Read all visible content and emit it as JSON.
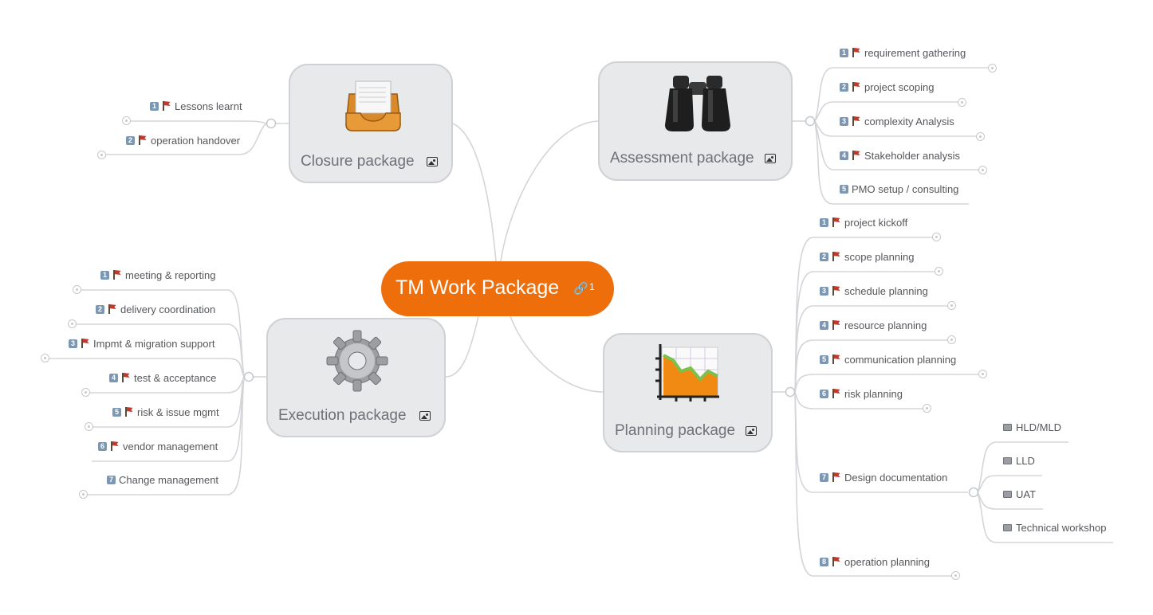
{
  "root": {
    "title": "TM Work Package",
    "link_count": "1"
  },
  "branches": [
    {
      "id": "closure",
      "title": "Closure package",
      "image": "inbox-tray-icon",
      "children": [
        {
          "num": "1",
          "flag": true,
          "label": "Lessons learnt"
        },
        {
          "num": "2",
          "flag": true,
          "label": "operation handover"
        }
      ]
    },
    {
      "id": "assessment",
      "title": "Assessment package",
      "image": "binoculars-icon",
      "children": [
        {
          "num": "1",
          "flag": true,
          "label": "requirement gathering"
        },
        {
          "num": "2",
          "flag": true,
          "label": "project scoping"
        },
        {
          "num": "3",
          "flag": true,
          "label": "complexity Analysis"
        },
        {
          "num": "4",
          "flag": true,
          "label": "Stakeholder analysis"
        },
        {
          "num": "5",
          "flag": false,
          "label": "PMO setup / consulting"
        }
      ]
    },
    {
      "id": "execution",
      "title": "Execution package",
      "image": "gear-icon",
      "children": [
        {
          "num": "1",
          "flag": true,
          "label": "meeting & reporting"
        },
        {
          "num": "2",
          "flag": true,
          "label": "delivery coordination"
        },
        {
          "num": "3",
          "flag": true,
          "label": "Impmt & migration support"
        },
        {
          "num": "4",
          "flag": true,
          "label": "test & acceptance"
        },
        {
          "num": "5",
          "flag": true,
          "label": "risk & issue mgmt"
        },
        {
          "num": "6",
          "flag": true,
          "label": "vendor management"
        },
        {
          "num": "7",
          "flag": false,
          "label": "Change management"
        }
      ]
    },
    {
      "id": "planning",
      "title": "Planning package",
      "image": "area-chart-icon",
      "children": [
        {
          "num": "1",
          "flag": true,
          "label": "project kickoff"
        },
        {
          "num": "2",
          "flag": true,
          "label": "scope planning"
        },
        {
          "num": "3",
          "flag": true,
          "label": "schedule planning"
        },
        {
          "num": "4",
          "flag": true,
          "label": "resource planning"
        },
        {
          "num": "5",
          "flag": true,
          "label": "communication planning"
        },
        {
          "num": "6",
          "flag": true,
          "label": "risk planning"
        },
        {
          "num": "7",
          "flag": true,
          "label": "Design documentation",
          "children": [
            {
              "label": "HLD/MLD"
            },
            {
              "label": "LLD"
            },
            {
              "label": "UAT"
            },
            {
              "label": "Technical workshop"
            }
          ]
        },
        {
          "num": "8",
          "flag": true,
          "label": "operation planning"
        }
      ]
    }
  ],
  "colors": {
    "root": "#ee6e0c",
    "package_fill": "#e8e9eb",
    "connector": "#cfd1d4",
    "flag": "#c0392b",
    "number_badge": "#7b97b3"
  }
}
